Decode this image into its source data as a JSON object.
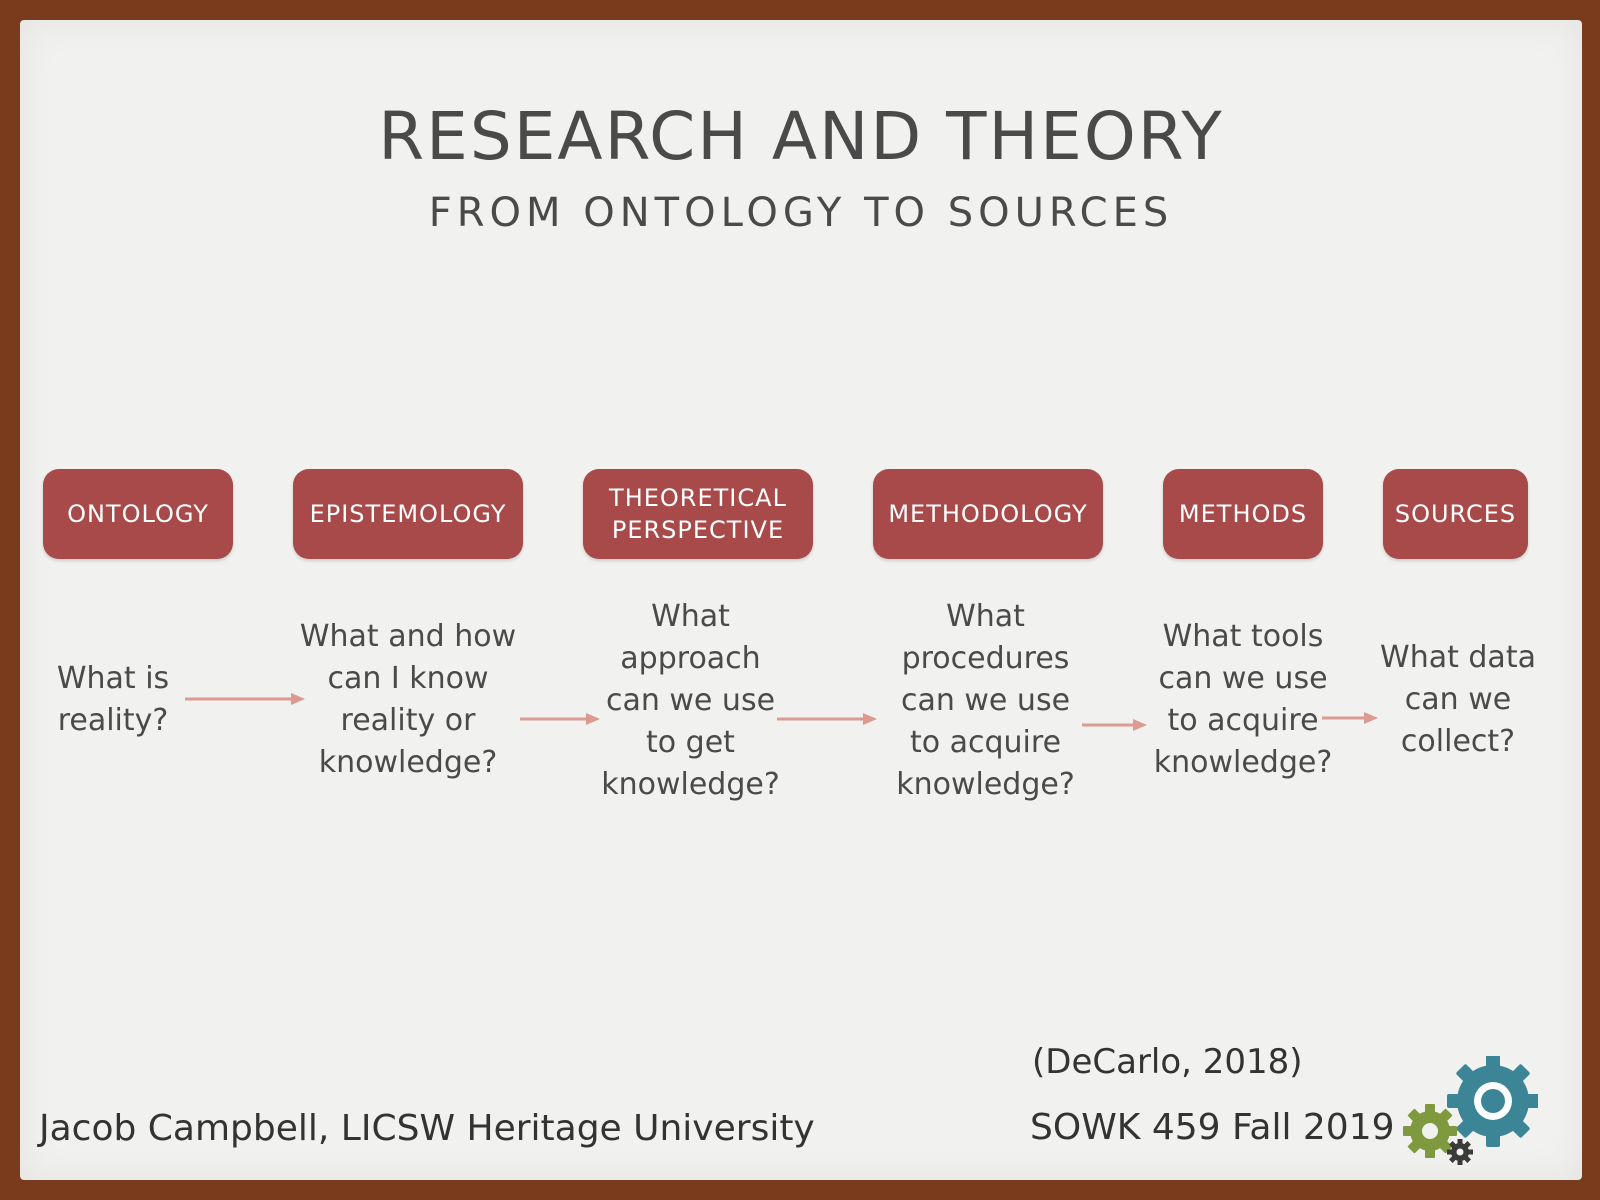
{
  "title": "RESEARCH AND THEORY",
  "subtitle": "FROM ONTOLOGY TO SOURCES",
  "steps": [
    {
      "label": "ONTOLOGY",
      "question": "What is reality?"
    },
    {
      "label": "EPISTEMOLOGY",
      "question": "What and how can I know reality or knowledge?"
    },
    {
      "label": "THEORETICAL PERSPECTIVE",
      "question": "What approach can we use to get knowledge?"
    },
    {
      "label": "METHODOLOGY",
      "question": "What procedures can we use to acquire knowledge?"
    },
    {
      "label": "METHODS",
      "question": "What tools can we use to acquire knowledge?"
    },
    {
      "label": "SOURCES",
      "question": "What data can we collect?"
    }
  ],
  "citation": "(DeCarlo, 2018)",
  "course": "SOWK 459 Fall 2019",
  "author": "Jacob Campbell, LICSW Heritage University",
  "colors": {
    "box": "#a84a4a",
    "arrow": "#dc9a90",
    "text": "#4a4a4a",
    "frame": "#7a3a1c",
    "gear_teal": "#3b8596",
    "gear_green": "#7f9a3e"
  },
  "icons": [
    "gear-icon-teal",
    "gear-icon-green",
    "gear-icon-dark"
  ]
}
